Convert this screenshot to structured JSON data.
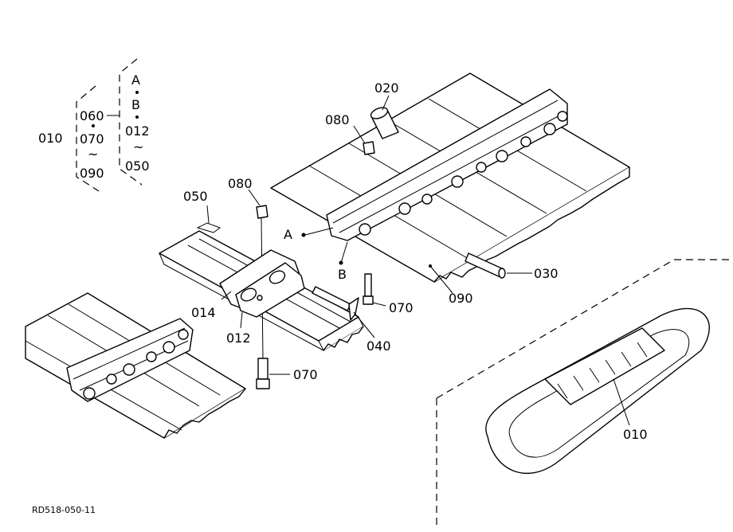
{
  "legend": {
    "outer_code": "010",
    "group1": [
      "060",
      "070",
      "090"
    ],
    "group2": [
      "A",
      "B",
      "012",
      "050"
    ]
  },
  "callouts": {
    "c020": "020",
    "c080_top": "080",
    "c050": "050",
    "c080_mid": "080",
    "cA": "A",
    "cB": "B",
    "c030": "030",
    "c090": "090",
    "c070_right": "070",
    "c014": "014",
    "c012": "012",
    "c040": "040",
    "c070_bottom": "070",
    "c010_inset": "010"
  },
  "figure_id": "RD518-050-11"
}
